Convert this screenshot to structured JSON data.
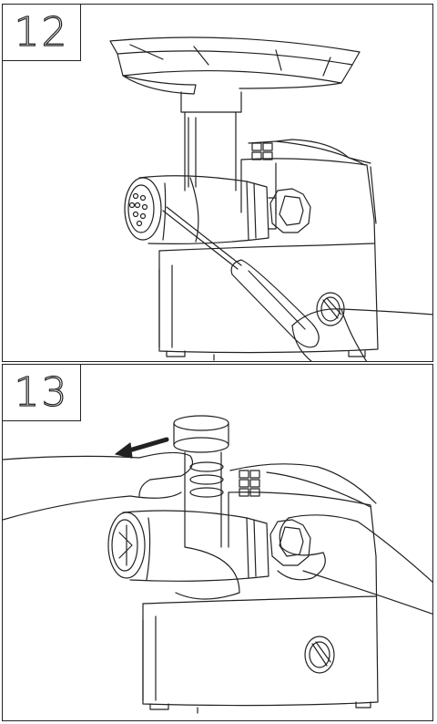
{
  "steps": [
    {
      "number": "12"
    },
    {
      "number": "13"
    }
  ],
  "colors": {
    "line": "#222222",
    "background": "#ffffff"
  },
  "icons": [
    "meat-grinder-illustration",
    "screwdriver-illustration",
    "hand-illustration",
    "arrow-left-icon"
  ]
}
